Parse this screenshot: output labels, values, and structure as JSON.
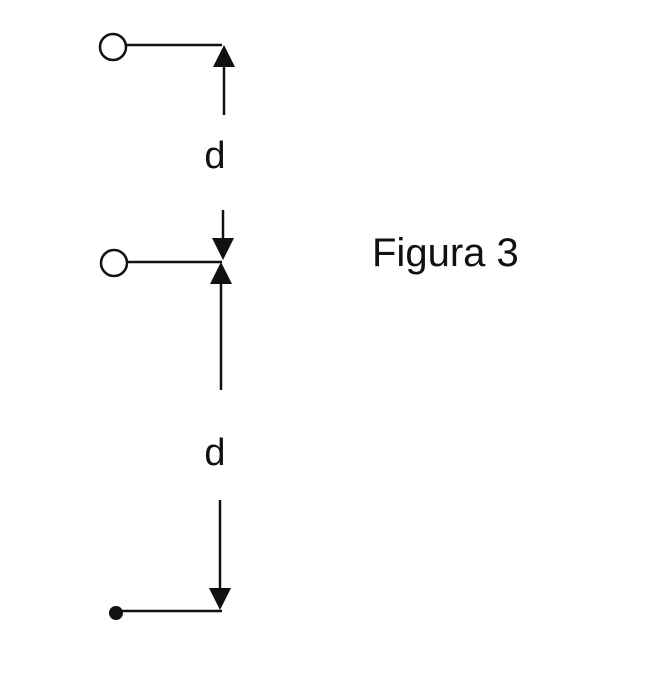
{
  "figure": {
    "title": "Figura 3",
    "distance_label_top": "d",
    "distance_label_bottom": "d",
    "colors": {
      "stroke": "#111111",
      "background": "#ffffff"
    }
  }
}
